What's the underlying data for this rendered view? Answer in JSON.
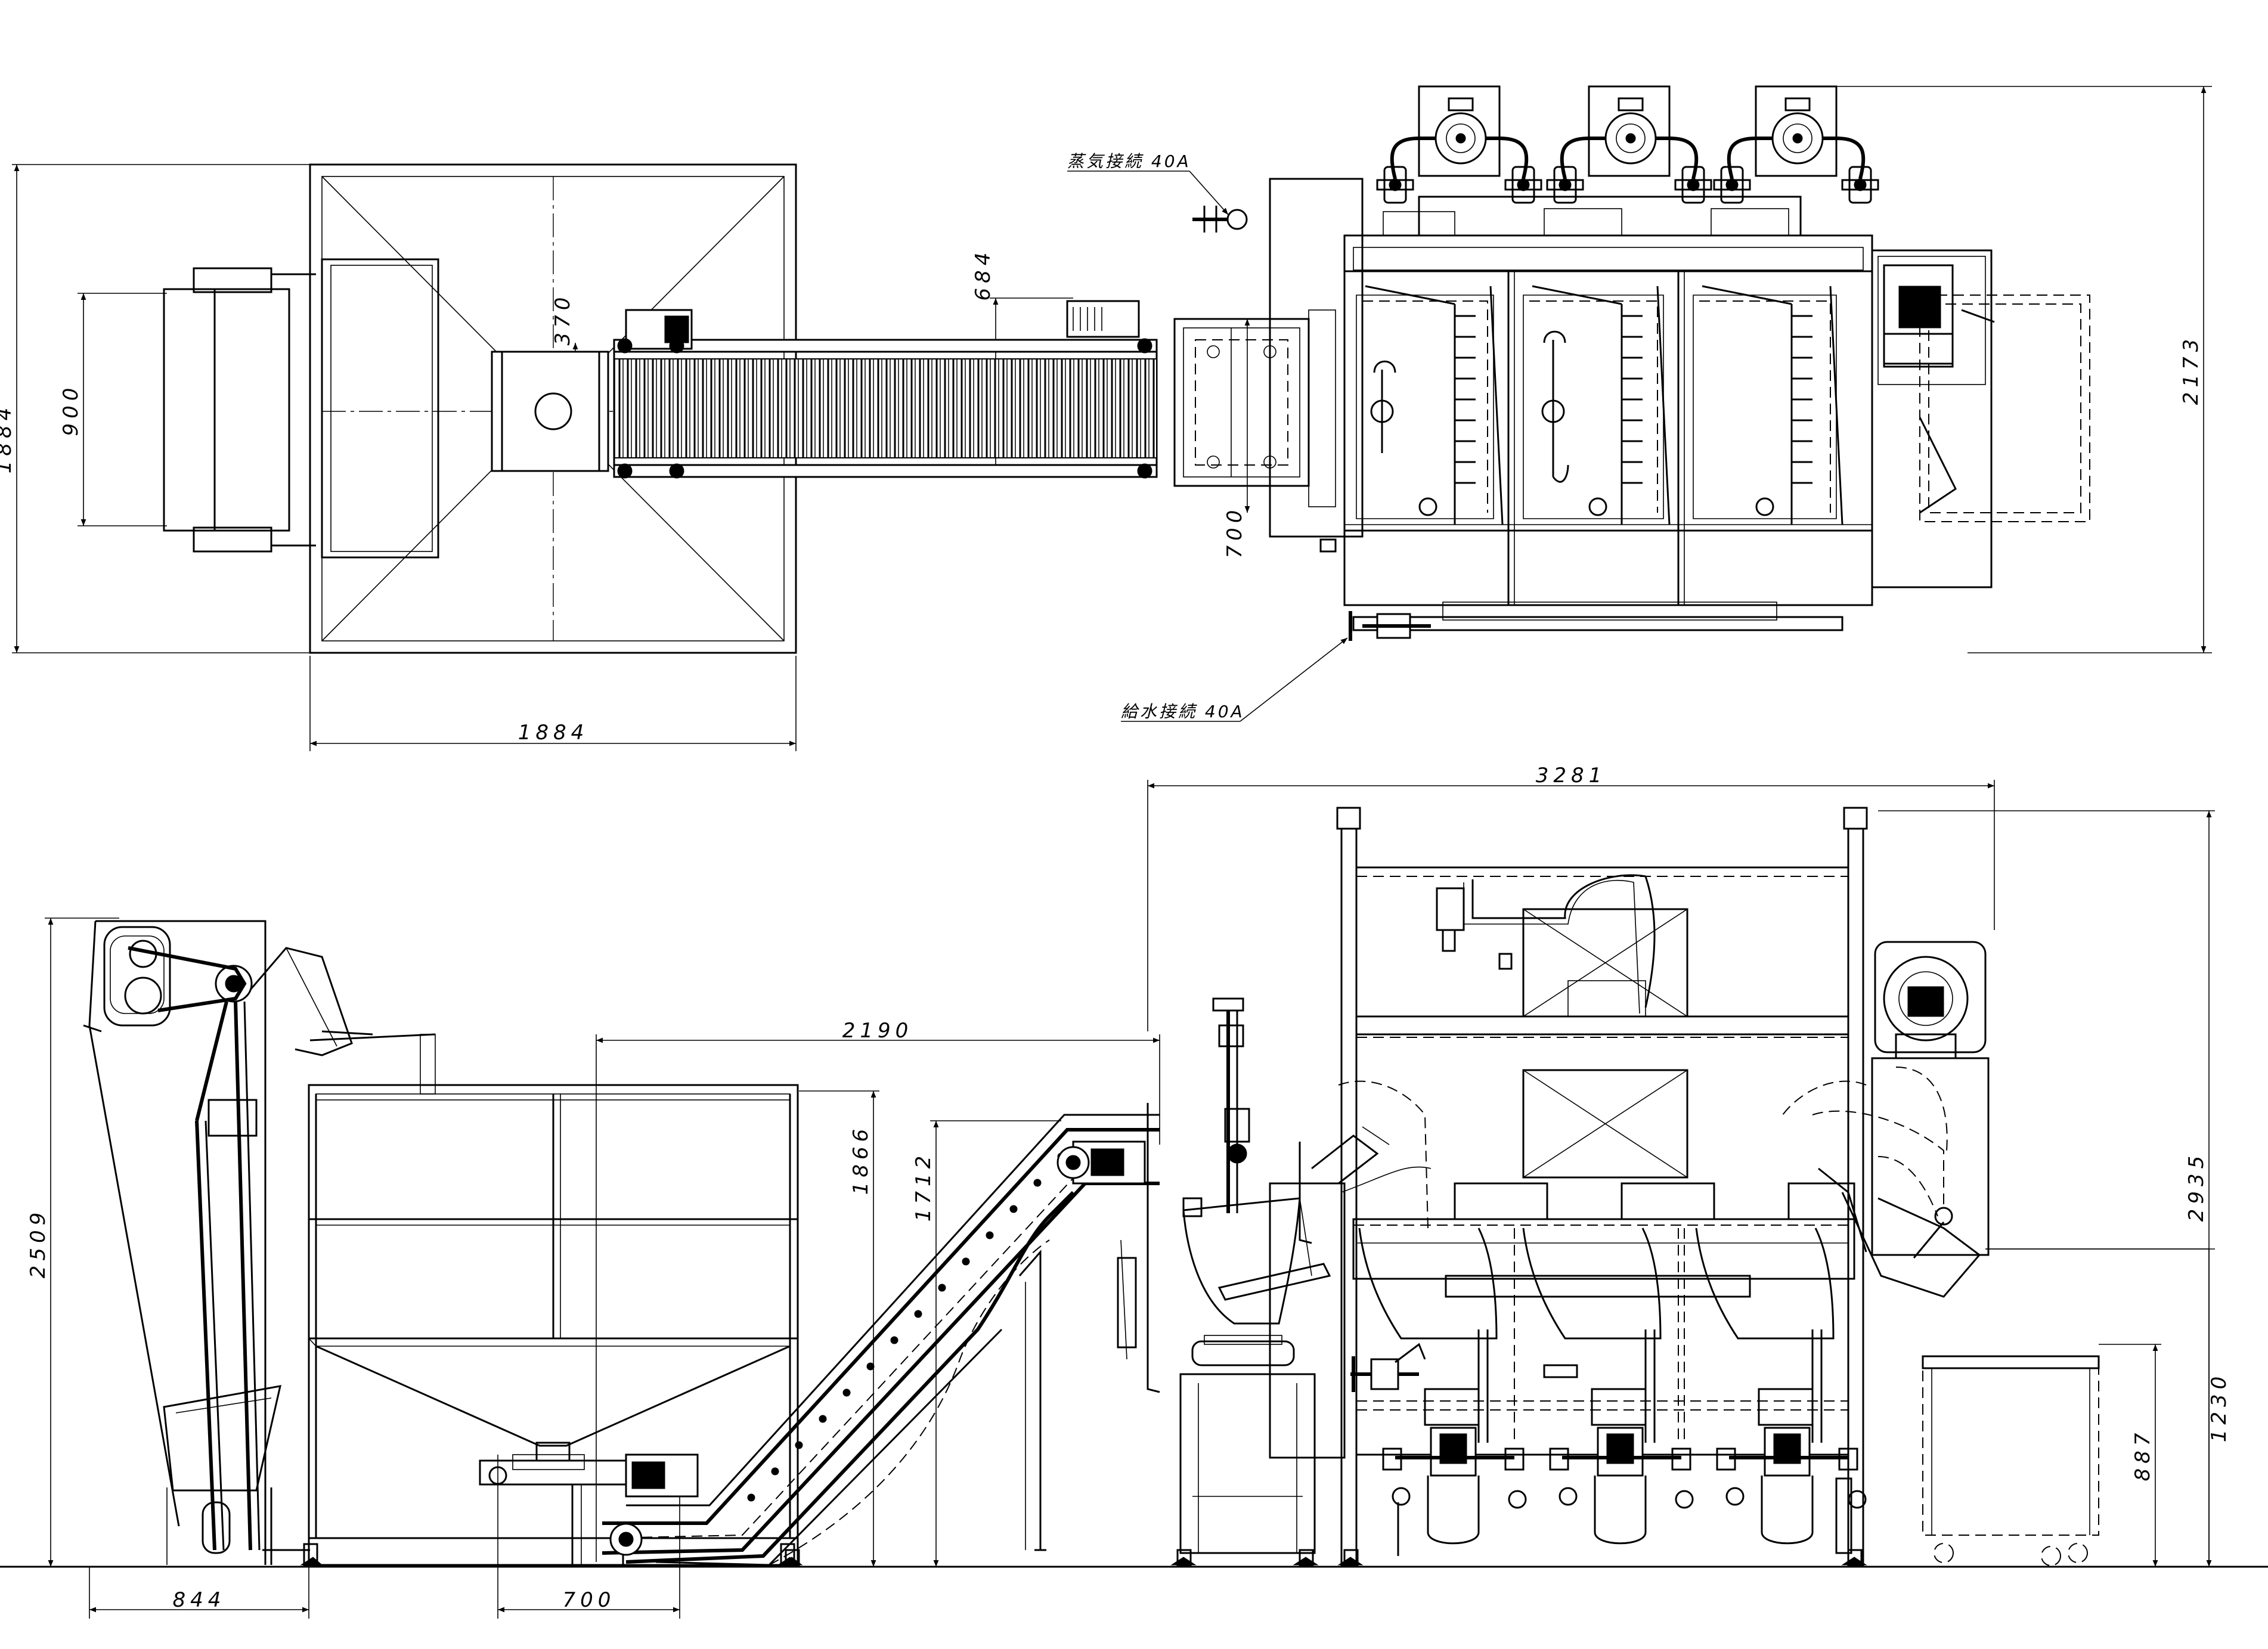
{
  "plan_view": {
    "dims": {
      "hopper_width": "1884",
      "hopper_depth": "1884",
      "feeder_width": "900",
      "conveyor_offset": "370",
      "conveyor_height": "684",
      "inlet_width": "700",
      "overall_depth": "2173"
    },
    "labels": {
      "steam": "蒸気接続 40A",
      "water": "給水接続 40A"
    }
  },
  "elevation_view": {
    "dims": {
      "elevator_height": "2509",
      "elevator_base": "844",
      "hopper_outlet": "700",
      "conveyor_length": "2190",
      "hopper_height": "1866",
      "conveyor_rise": "1712",
      "machine_length": "3281",
      "machine_height": "2935",
      "cart_height": "887",
      "discharge_height": "1230"
    }
  },
  "colors": {
    "line": "#000000",
    "paper": "#ffffff"
  }
}
